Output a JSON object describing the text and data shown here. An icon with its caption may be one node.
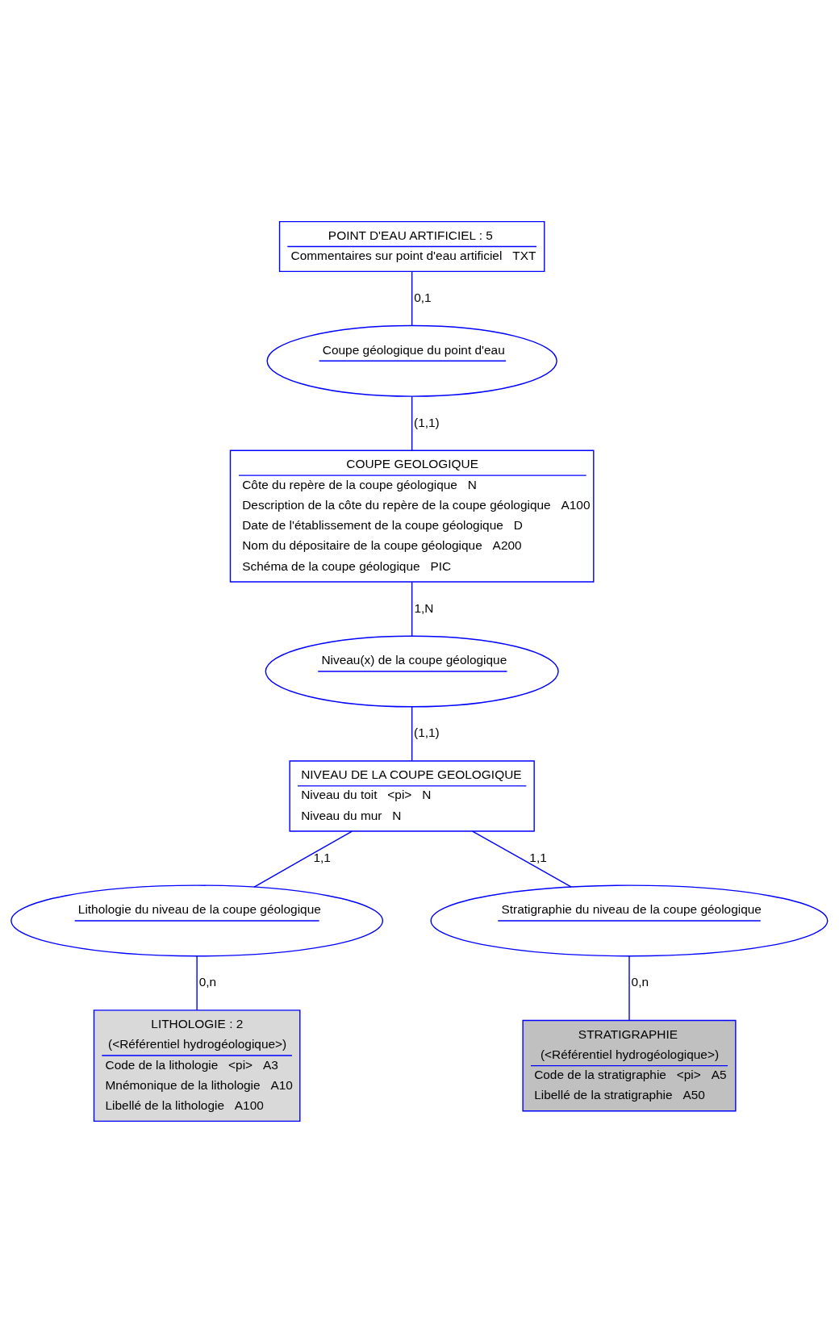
{
  "diagram": {
    "nodes": [
      {
        "text": [
          "POINT D'EAU ARTIFICIEL : 5",
          "Commentaires sur point d'eau artificiel   TXT"
        ]
      },
      {
        "text": [
          "Coupe géologique du point d'eau"
        ]
      },
      {
        "text": [
          "COUPE GEOLOGIQUE",
          "Côte du repère de la coupe géologique   N",
          "Description de la côte du repère de la coupe géologique   A100",
          "Date de l'établissement de la coupe géologique   D",
          "Nom du dépositaire de la coupe géologique   A200",
          "Schéma de la coupe géologique   PIC"
        ]
      },
      {
        "text": [
          "Niveau(x) de la coupe géologique"
        ]
      },
      {
        "text": [
          "NIVEAU DE LA COUPE GEOLOGIQUE",
          "Niveau du toit   <pi>   N",
          "Niveau du mur   N"
        ]
      },
      {
        "text": [
          "Lithologie du niveau de la coupe géologique"
        ]
      },
      {
        "text": [
          "Stratigraphie du niveau de la coupe géologique"
        ]
      },
      {
        "text": [
          "LITHOLOGIE : 2",
          "(<Référentiel hydrogéologique>)",
          "Code de la lithologie   <pi>   A3",
          "Mnémonique de la lithologie   A10",
          "Libellé de la lithologie   A100"
        ]
      },
      {
        "text": [
          "STRATIGRAPHIE",
          "(<Référentiel hydrogéologique>)",
          "Code de la stratigraphie   <pi>   A5",
          "Libellé de la stratigraphie   A50"
        ]
      }
    ],
    "edges": [
      {
        "from": 0,
        "to": 1,
        "arrow": "none",
        "label": "0,1"
      },
      {
        "from": 1,
        "to": 2,
        "arrow": "none",
        "label": "(1,1)"
      },
      {
        "from": 2,
        "to": 3,
        "arrow": "none",
        "label": "1,N"
      },
      {
        "from": 3,
        "to": 4,
        "arrow": "none",
        "label": "(1,1)"
      },
      {
        "from": 4,
        "to": 5,
        "arrow": "none",
        "label": "1,1"
      },
      {
        "from": 4,
        "to": 6,
        "arrow": "none",
        "label": "1,1"
      },
      {
        "from": 5,
        "to": 7,
        "arrow": "none",
        "label": "0,n"
      },
      {
        "from": 6,
        "to": 8,
        "arrow": "none",
        "label": "0,n"
      }
    ]
  }
}
